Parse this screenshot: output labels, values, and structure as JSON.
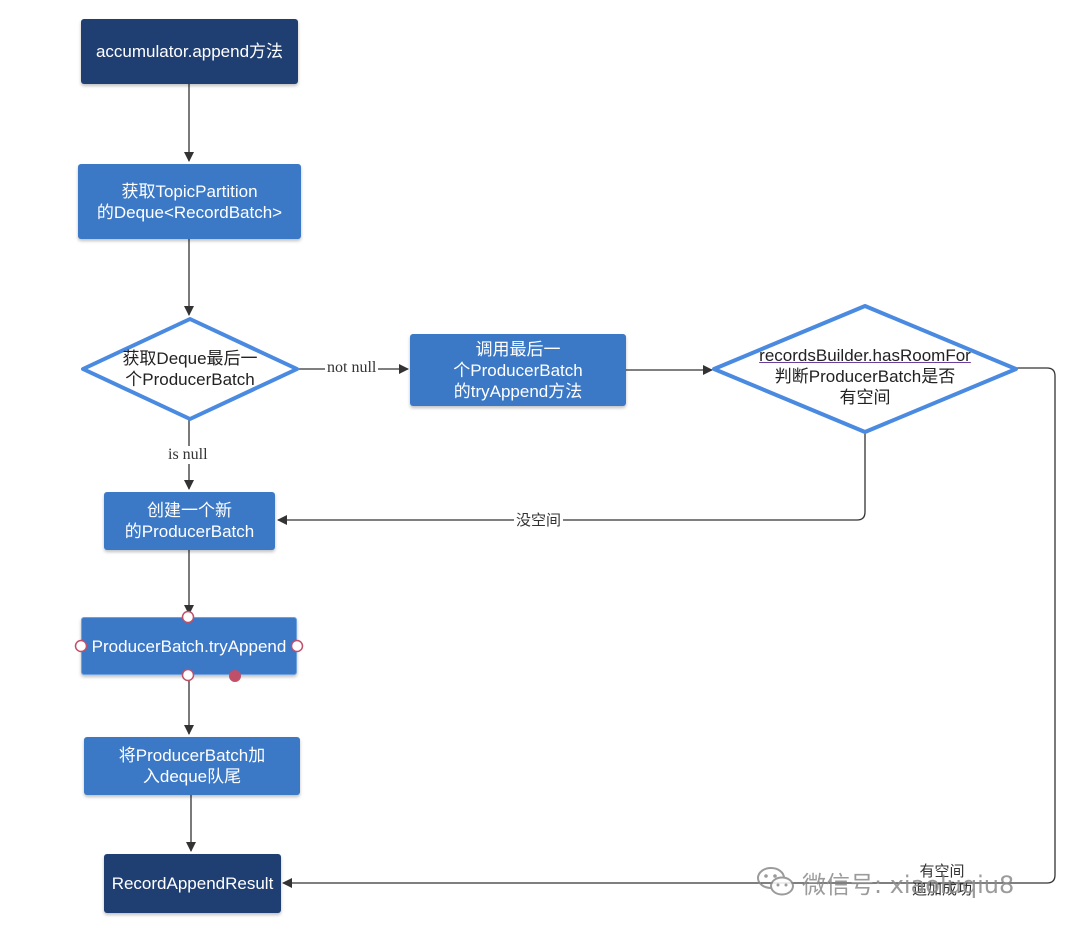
{
  "nodes": {
    "accumulator_append": "accumulator.append方法",
    "get_deque_line1": "获取TopicPartition",
    "get_deque_line2": "的Deque<RecordBatch>",
    "last_batch_decision_line1": "获取Deque最后一",
    "last_batch_decision_line2": "个ProducerBatch",
    "try_append_last_line1": "调用最后一",
    "try_append_last_line2": "个ProducerBatch",
    "try_append_last_line3": "的tryAppend方法",
    "has_room_line1": "recordsBuilder.hasRoomFor",
    "has_room_line2": "判断ProducerBatch是否",
    "has_room_line3": "有空间",
    "create_batch_line1": "创建一个新",
    "create_batch_line2": "的ProducerBatch",
    "producer_try_append": "ProducerBatch.tryAppend",
    "add_to_deque_line1": "将ProducerBatch加",
    "add_to_deque_line2": "入deque队尾",
    "record_append_result": "RecordAppendResult"
  },
  "edges": {
    "not_null": "not null",
    "is_null": "is null",
    "no_space": "没空间",
    "has_space_line1": "有空间",
    "has_space_line2": "追加成功"
  },
  "watermark": {
    "text": "微信号: xiaoluqiu8",
    "icon": "wechat-icon"
  },
  "colors": {
    "dark_box": "#1f3f73",
    "mid_box": "#3b78c6",
    "diamond_border": "#4a8ae0",
    "connector": "#333333",
    "handle": "#c0506a"
  }
}
